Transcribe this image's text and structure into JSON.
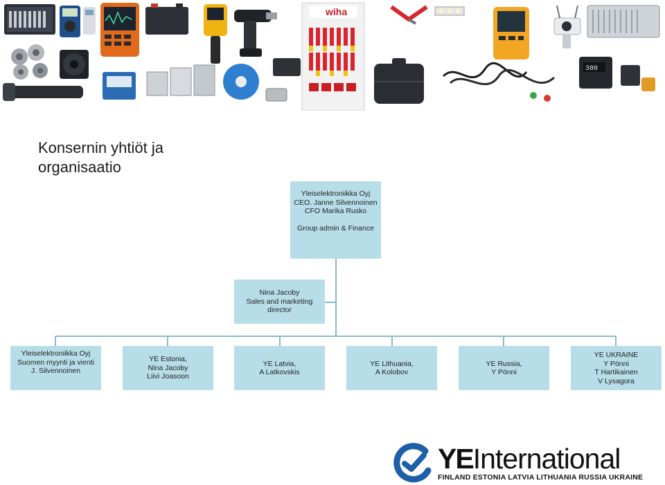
{
  "title": {
    "line1": "Konsernin yhtiöt ja",
    "line2": "organisaatio"
  },
  "org": {
    "top": {
      "company": "Yleiselektroniikka Oyj",
      "ceo": "CEO. Janne Silvennoinen",
      "cfo": "CFO Marika Rusko",
      "group": "Group admin & Finance"
    },
    "sales": {
      "name": "Nina Jacoby",
      "role1": "Sales and marketing",
      "role2": "director"
    },
    "subsidiaries": [
      {
        "lines": [
          "Yleiselektroniikka Oyj",
          "Suomen myynti ja vienti",
          "J. Silvennoinen"
        ]
      },
      {
        "lines": [
          "YE Estonia,",
          "Nina Jacoby",
          "Liivi Joasoon"
        ]
      },
      {
        "lines": [
          "YE Latvia,",
          "A Latkovskis"
        ]
      },
      {
        "lines": [
          "YE Lithuania,",
          "A Kolobov"
        ]
      },
      {
        "lines": [
          "YE Russia,",
          "Y Pönni"
        ]
      },
      {
        "lines": [
          "YE UKRAINE",
          "Y Pönni",
          "T Hartikainen",
          "V Lysagora"
        ]
      }
    ]
  },
  "logo": {
    "brand_bold": "YE",
    "brand_rest": "International",
    "countries": "FINLAND  ESTONIA  LATVIA  LITHUANIA  RUSSIA  UKRAINE",
    "colors": {
      "accent": "#1d5fa8"
    }
  },
  "colors": {
    "box_fill": "#b7dde8",
    "connector": "#8bb9c8"
  },
  "banner": {
    "icons": [
      "tool-kit-icon",
      "multimeter-icon",
      "oscilloscope-icon",
      "battery-icon",
      "thermal-camera-icon",
      "drill-icon",
      "screwdriver-set-icon",
      "pliers-icon",
      "led-strip-icon",
      "scope-meter-icon",
      "security-camera-icon",
      "power-supply-icon",
      "solder-wire-icon",
      "cooling-fan-icon",
      "flashlight-icon",
      "power-supply-units-icon",
      "cable-reel-icon",
      "connector-icon",
      "tool-case-icon",
      "test-leads-icon",
      "soldering-station-icon"
    ]
  }
}
